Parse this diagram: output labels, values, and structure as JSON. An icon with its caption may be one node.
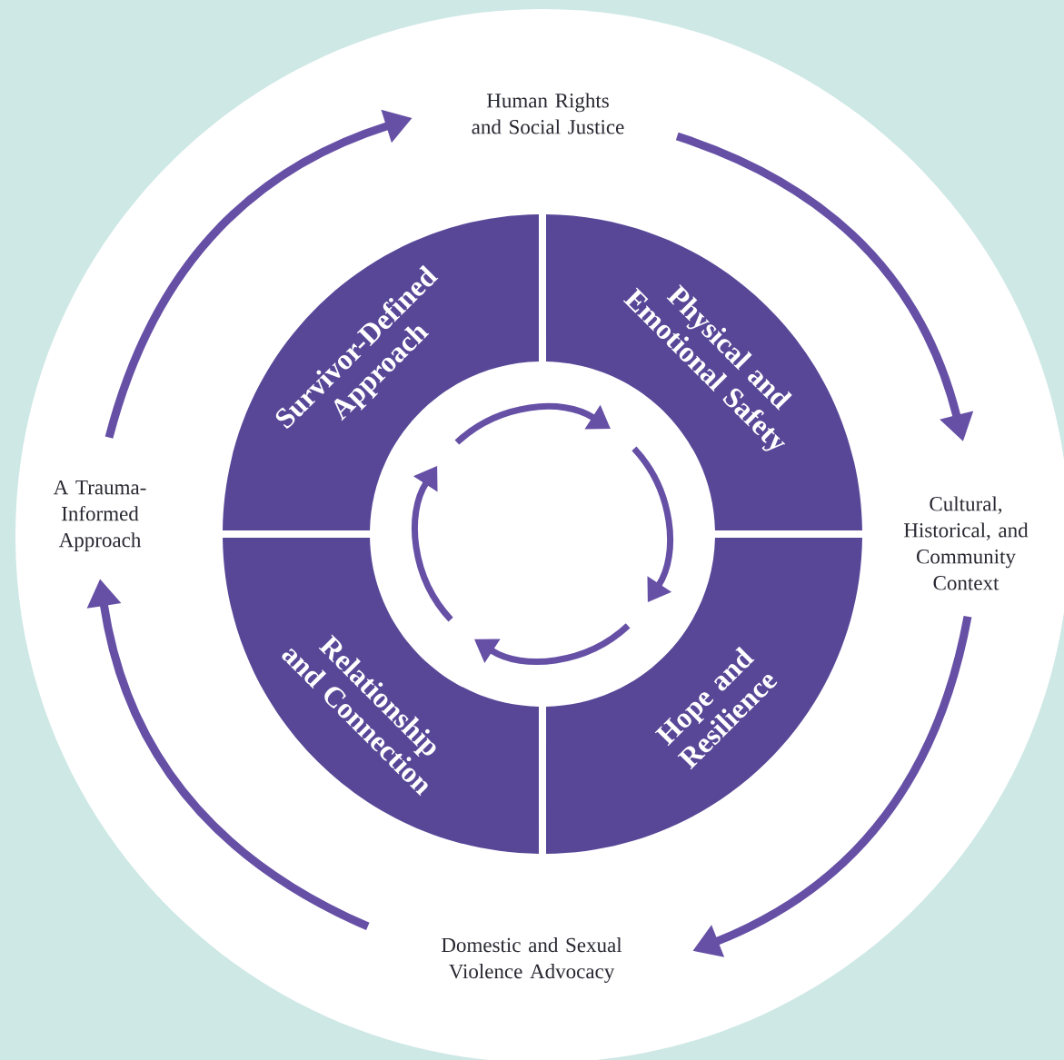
{
  "diagram": {
    "nodes": [
      {
        "text": [
          "Human Rights and Social Justice"
        ]
      },
      {
        "text": [
          "Cultural, Historical, and Community Context"
        ]
      },
      {
        "text": [
          "Domestic and Sexual Violence Advocacy"
        ]
      },
      {
        "text": [
          "A Trauma-Informed Approach"
        ]
      },
      {
        "text": [
          "Survivor-Defined Approach"
        ]
      },
      {
        "text": [
          "Physical and Emotional Safety"
        ]
      },
      {
        "text": [
          "Relationship and Connection"
        ]
      },
      {
        "text": [
          "Hope and Resilience"
        ]
      }
    ],
    "edges": [
      {
        "from": 3,
        "to": 0,
        "arrow": "to"
      },
      {
        "from": 0,
        "to": 1,
        "arrow": "to"
      },
      {
        "from": 1,
        "to": 2,
        "arrow": "to"
      },
      {
        "from": 2,
        "to": 3,
        "arrow": "to"
      }
    ]
  }
}
